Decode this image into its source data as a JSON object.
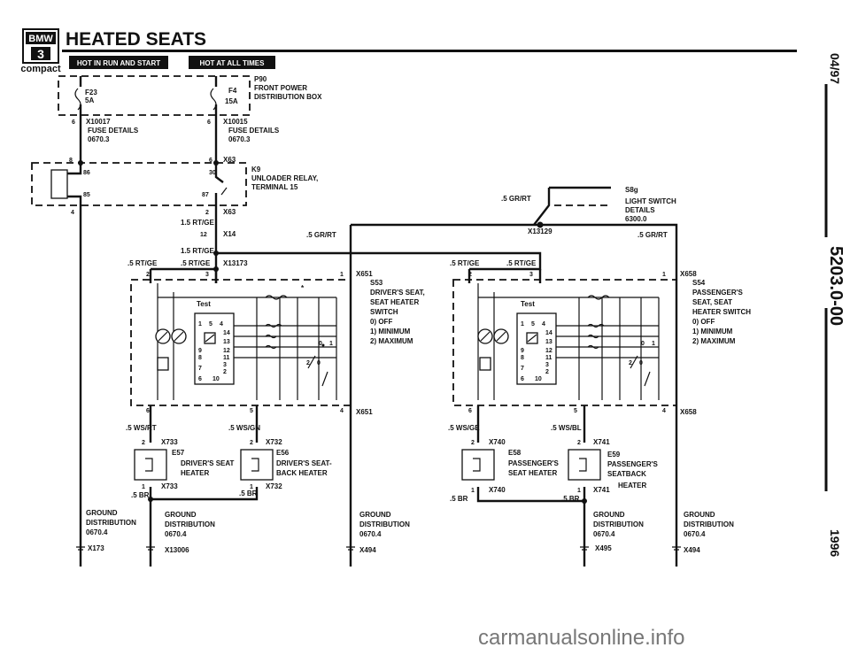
{
  "header": {
    "logo_text": "BMW",
    "logo_series": "3",
    "logo_sub": "compact",
    "title": "HEATED SEATS",
    "hot_run": "HOT IN RUN AND START",
    "hot_all": "HOT AT ALL TIMES"
  },
  "side": {
    "date": "04/97",
    "code": "5203.0-00",
    "year": "1996"
  },
  "fuse_box": {
    "id": "P90",
    "name1": "FRONT POWER",
    "name2": "DISTRIBUTION BOX",
    "f23": "F23",
    "f23_rating": "5A",
    "f4": "F4",
    "f4_rating": "15A",
    "x10017": "X10017",
    "x10015": "X10015",
    "fuse_details": "FUSE DETAILS",
    "fuse_ref": "0670.3",
    "pin6a": "6",
    "pin6b": "6"
  },
  "relay": {
    "conn": "X63",
    "id": "K9",
    "name1": "UNLOADER RELAY,",
    "name2": "TERMINAL 15",
    "pin86": "86",
    "pin30": "30",
    "pin85": "85",
    "pin87": "87",
    "pin8": "8",
    "pin6": "6",
    "pin4": "4",
    "pin2": "2",
    "conn2": "X63",
    "pin12": "12"
  },
  "light_switch": {
    "id": "S8g",
    "name1": "LIGHT SWITCH",
    "name2": "DETAILS",
    "ref": "6300.0",
    "wire": ".5 GR/RT",
    "splice": "X13129"
  },
  "wires": {
    "w15rtge": "1.5 RT/GE",
    "w15rtge2": "1.5 RT/GE",
    "x14": "X14",
    "grrt_mid": ".5 GR/RT",
    "grrt_right": ".5 GR/RT",
    "x13173": "X13173",
    "l_rtge1": ".5 RT/GE",
    "l_rtge2": ".5 RT/GE",
    "r_rtge1": ".5 RT/GE",
    "r_rtge2": ".5 RT/GE",
    "l_wsrt": ".5 WS/RT",
    "l_wsgn": ".5 WS/GN",
    "r_wsge": ".5 WS/GE",
    "r_wsbl": ".5 WS/BL",
    "l_br1": ".5 BR",
    "l_br2": ".5 BR",
    "r_br1": ".5 BR",
    "r_br2": ".5 BR"
  },
  "driver_switch": {
    "conn_top": "X651",
    "conn_bot": "X651",
    "id": "S53",
    "name1": "DRIVER'S SEAT,",
    "name2": "SEAT HEATER",
    "name3": "SWITCH",
    "pos0": "0) OFF",
    "pos1": "1) MINIMUM",
    "pos2": "2) MAXIMUM",
    "test": "Test",
    "pin_star": "*",
    "p2": "2",
    "p3": "3",
    "p1": "1",
    "p6": "6",
    "p5": "5",
    "p4": "4",
    "n1": "1",
    "n5": "5",
    "n4": "4",
    "n14": "14",
    "n13": "13",
    "n12": "12",
    "n11": "11",
    "n9": "9",
    "n8": "8",
    "n7": "7",
    "n3": "3",
    "n2": "2",
    "n6": "6",
    "n10": "10",
    "sw0": "0",
    "sw1": "1",
    "sw2": "2",
    "swo": "0"
  },
  "pass_switch": {
    "conn_top": "X658",
    "conn_bot": "X658",
    "id": "S54",
    "name1": "PASSENGER'S",
    "name2": "SEAT, SEAT",
    "name3": "HEATER SWITCH",
    "pos0": "0) OFF",
    "pos1": "1) MINIMUM",
    "pos2": "2) MAXIMUM",
    "test": "Test",
    "p2": "2",
    "p3": "3",
    "p1": "1",
    "p6": "6",
    "p5": "5",
    "p4": "4",
    "n1": "1",
    "n5": "5",
    "n4": "4",
    "n14": "14",
    "n13": "13",
    "n12": "12",
    "n11": "11",
    "n9": "9",
    "n8": "8",
    "n7": "7",
    "n3": "3",
    "n2": "2",
    "n6": "6",
    "n10": "10",
    "sw0": "0",
    "sw1": "1",
    "sw2": "2",
    "swo": "0"
  },
  "heaters": {
    "e57": {
      "id": "E57",
      "n1": "DRIVER'S SEAT",
      "n2": "HEATER",
      "ct": "X733",
      "cb": "X733",
      "pt": "2",
      "pb": "1"
    },
    "e56": {
      "id": "E56",
      "n1": "DRIVER'S SEAT-",
      "n2": "BACK HEATER",
      "ct": "X732",
      "cb": "X732",
      "pt": "2",
      "pb": "1"
    },
    "e58": {
      "id": "E58",
      "n1": "PASSENGER'S",
      "n2": "SEAT HEATER",
      "ct": "X740",
      "cb": "X740",
      "pt": "2",
      "pb": "1"
    },
    "e59": {
      "id": "E59",
      "n1": "PASSENGER'S",
      "n2": "SEATBACK",
      "n3": "HEATER",
      "ct": "X741",
      "cb": "X741",
      "pt": "2",
      "pb": "1"
    }
  },
  "grounds": [
    {
      "l1": "GROUND",
      "l2": "DISTRIBUTION",
      "l3": "0670.4",
      "id": "X173"
    },
    {
      "l1": "GROUND",
      "l2": "DISTRIBUTION",
      "l3": "0670.4",
      "id": "X13006"
    },
    {
      "l1": "GROUND",
      "l2": "DISTRIBUTION",
      "l3": "0670.4",
      "id": "X494"
    },
    {
      "l1": "GROUND",
      "l2": "DISTRIBUTION",
      "l3": "0670.4",
      "id": "X495"
    },
    {
      "l1": "GROUND",
      "l2": "DISTRIBUTION",
      "l3": "0670.4",
      "id": "X494"
    }
  ],
  "watermark": "carmanualsonline.info"
}
